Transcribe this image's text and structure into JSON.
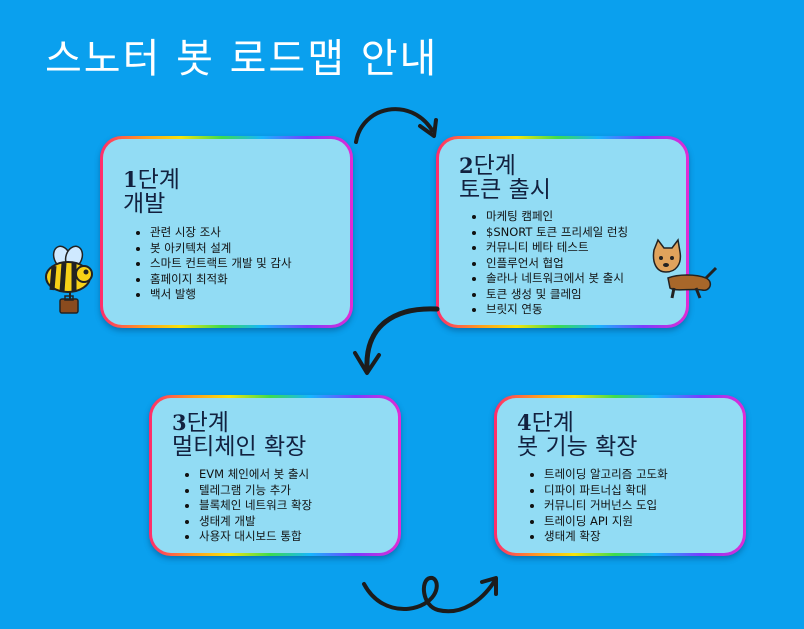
{
  "page": {
    "title": "스노터 봇 로드맵 안내"
  },
  "stages": [
    {
      "num": "1",
      "stage": "단계",
      "name": "개발",
      "items": [
        "관련 시장 조사",
        "봇 아키텍처 설계",
        "스마트 컨트랙트 개발 및 감사",
        "홈페이지 최적화",
        "백서 발행"
      ]
    },
    {
      "num": "2",
      "stage": "단계",
      "name": "토큰 출시",
      "items": [
        "마케팅 캠페인",
        "$SNORT 토큰 프리세일 런칭",
        "커뮤니티 베타 테스트",
        "인플루언서 협업",
        "솔라나 네트워크에서 봇 출시",
        "토큰 생성 및 클레임",
        "브릿지 연동"
      ]
    },
    {
      "num": "3",
      "stage": "단계",
      "name": "멀티체인 확장",
      "items": [
        "EVM 체인에서 봇 출시",
        "텔레그램 기능 추가",
        "블록체인 네트워크 확장",
        "생태계 개발",
        "사용자 대시보드 통합"
      ]
    },
    {
      "num": "4",
      "stage": "단계",
      "name": "봇 기능 확장",
      "items": [
        "트레이딩 알고리즘 고도화",
        "디파이 파트너십 확대",
        "커뮤니티 거버넌스 도입",
        "트레이딩 API 지원",
        "생태계 확장"
      ]
    }
  ],
  "colors": {
    "background": "#0aa0ee",
    "card": "#92dcf4",
    "text": "#12213f",
    "arrow": "#1c1c1c"
  }
}
